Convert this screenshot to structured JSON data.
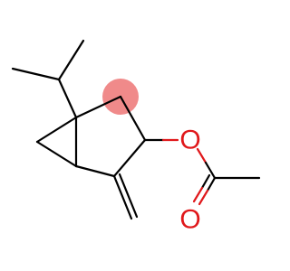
{
  "molecule": {
    "atoms": {
      "ester_oxygen": "O",
      "carbonyl_oxygen": "O"
    },
    "colors": {
      "bond": "#000000",
      "oxygen": "#e0181b",
      "highlight": "#f08a8a",
      "background": "#ffffff"
    },
    "highlight": {
      "shape": "circle",
      "atom": "ring-ch2-carbon"
    }
  }
}
